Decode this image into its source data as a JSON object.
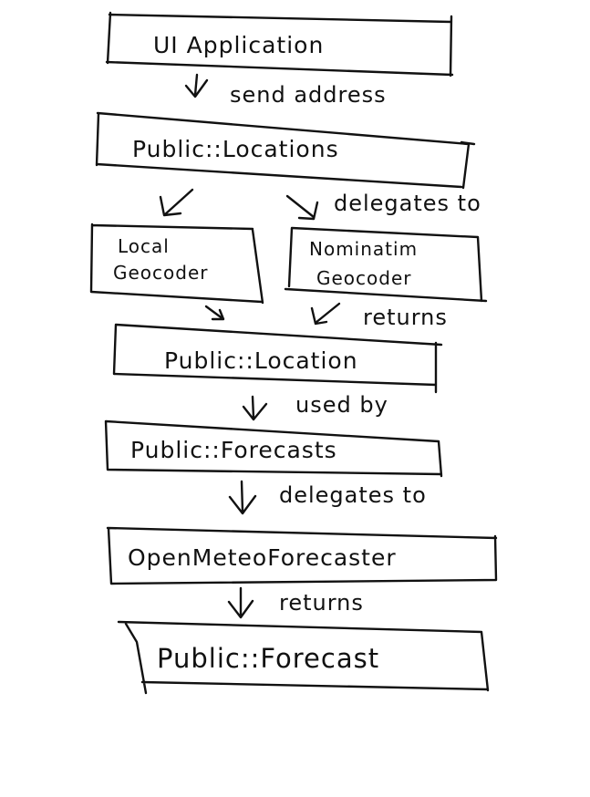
{
  "nodes": {
    "ui_application": "UI Application",
    "public_locations": "Public::Locations",
    "local_geocoder": [
      "Local",
      "Geocoder"
    ],
    "nominatim_geocoder": [
      "Nominatim",
      "Geocoder"
    ],
    "public_location": "Public::Location",
    "public_forecasts": "Public::Forecasts",
    "open_meteo_forecaster": "OpenMeteoForecaster",
    "public_forecast": "Public::Forecast"
  },
  "edges": {
    "send_address": "send address",
    "delegates_to_1": "delegates to",
    "returns_1": "returns",
    "used_by": "used by",
    "delegates_to_2": "delegates to",
    "returns_2": "returns"
  }
}
